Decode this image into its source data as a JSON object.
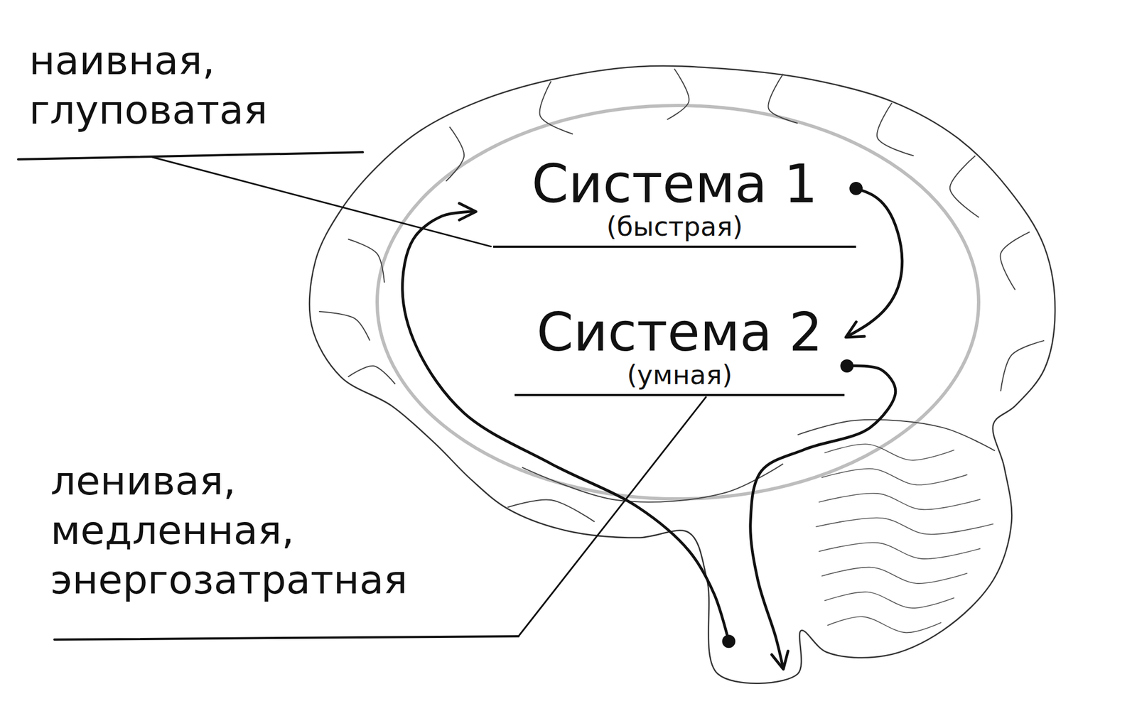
{
  "diagram": {
    "nodes": [
      {
        "text": [
          "Система 1",
          "(быстрая)"
        ]
      },
      {
        "text": [
          "Система 2",
          "(умная)"
        ]
      }
    ],
    "edges": [
      {
        "from": 0,
        "to": 1,
        "arrow": "to"
      }
    ],
    "labels": [
      "наивная, глуповатая",
      "ленивая, медленная, энергозатратная"
    ]
  }
}
